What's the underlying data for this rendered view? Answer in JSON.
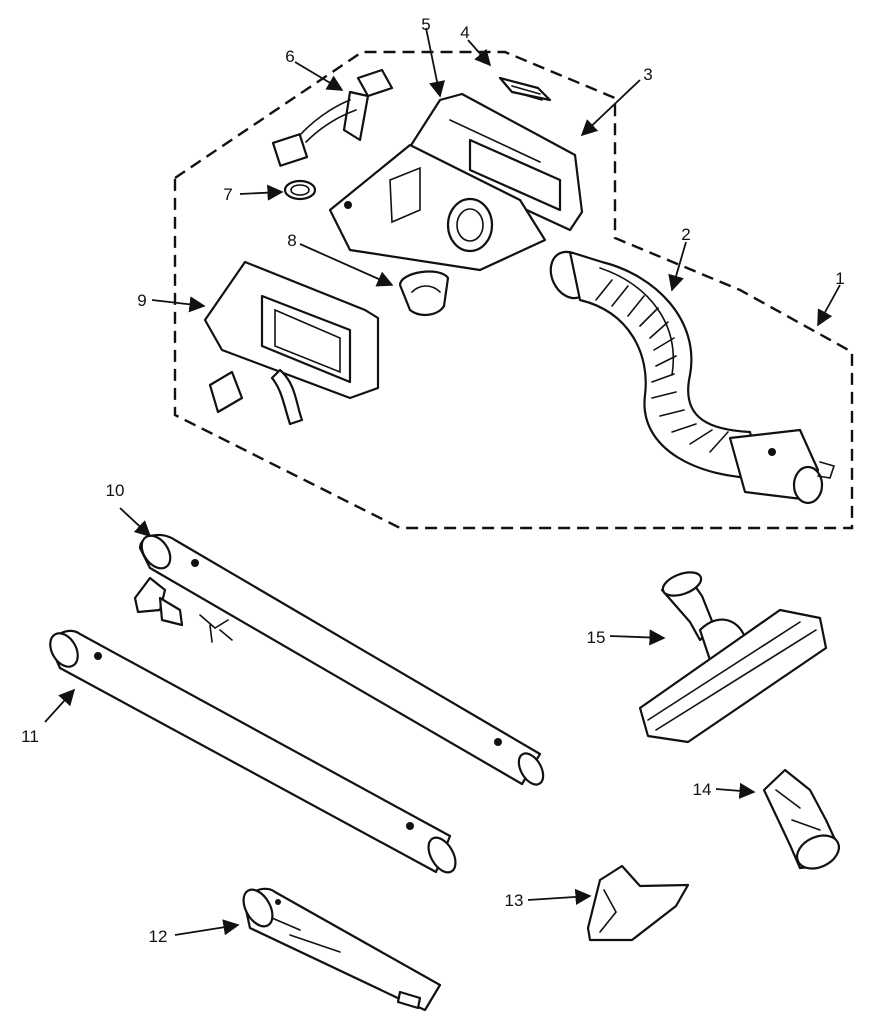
{
  "callouts": [
    {
      "id": "c1",
      "text": "1"
    },
    {
      "id": "c2",
      "text": "2"
    },
    {
      "id": "c3",
      "text": "3"
    },
    {
      "id": "c4",
      "text": "4"
    },
    {
      "id": "c5",
      "text": "5"
    },
    {
      "id": "c6",
      "text": "6"
    },
    {
      "id": "c7",
      "text": "7"
    },
    {
      "id": "c8",
      "text": "8"
    },
    {
      "id": "c9",
      "text": "9"
    },
    {
      "id": "c10",
      "text": "10"
    },
    {
      "id": "c11",
      "text": "11"
    },
    {
      "id": "c12",
      "text": "12"
    },
    {
      "id": "c13",
      "text": "13"
    },
    {
      "id": "c14",
      "text": "14"
    },
    {
      "id": "c15",
      "text": "15"
    }
  ],
  "colors": {
    "ink": "#111111",
    "paper": "#ffffff"
  }
}
